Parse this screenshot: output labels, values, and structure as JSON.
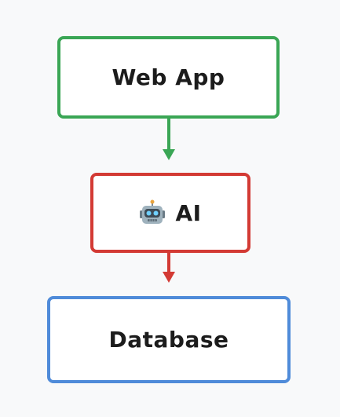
{
  "diagram": {
    "nodes": [
      {
        "id": "web-app",
        "label": "Web App",
        "color": "#3aa655"
      },
      {
        "id": "ai",
        "label": "AI",
        "icon": "robot-icon",
        "color": "#d33a34"
      },
      {
        "id": "database",
        "label": "Database",
        "color": "#4f8bd9"
      }
    ],
    "edges": [
      {
        "from": "web-app",
        "to": "ai",
        "color": "#3aa655"
      },
      {
        "from": "ai",
        "to": "database",
        "color": "#d33a34"
      }
    ]
  }
}
